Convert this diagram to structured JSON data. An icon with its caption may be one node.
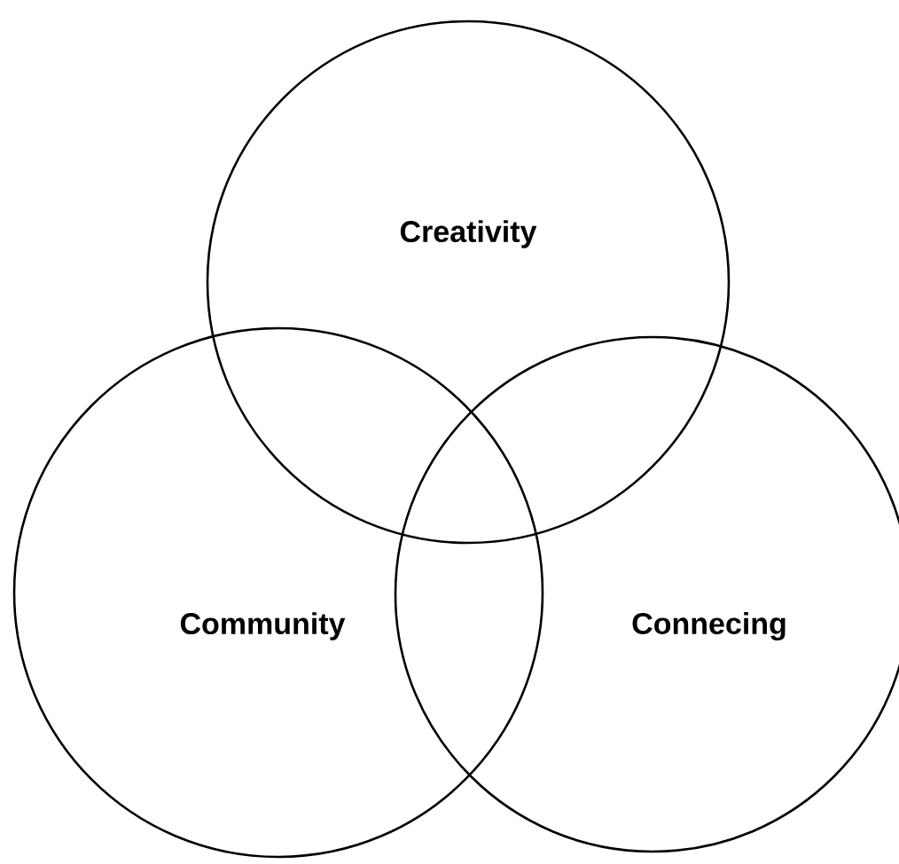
{
  "diagram": {
    "nodes": [
      {
        "text": [
          "Creativity"
        ]
      },
      {
        "text": [
          "Community"
        ]
      },
      {
        "text": [
          "Connecing"
        ]
      }
    ]
  }
}
